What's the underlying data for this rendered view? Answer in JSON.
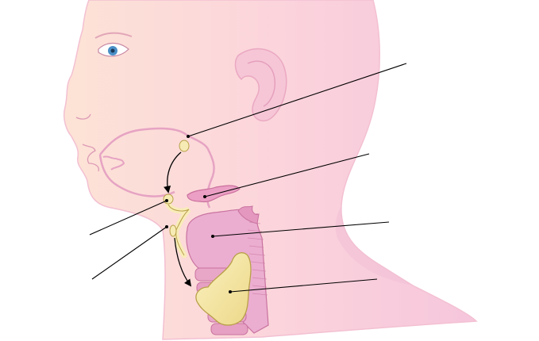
{
  "diagram": {
    "description_labels": [],
    "callouts": [
      {
        "id": "foramen-cecum-origin"
      },
      {
        "id": "lingual-thyroid-site"
      },
      {
        "id": "hyoid-bone"
      },
      {
        "id": "thyroglossal-duct"
      },
      {
        "id": "thyroid-cartilage"
      },
      {
        "id": "thyroid-gland"
      }
    ],
    "colors": {
      "skin": "#fbd7cf",
      "skin_outline": "#e9a8c8",
      "head_pink": "#f6cfe0",
      "larynx": "#e7a3c6",
      "larynx_dark": "#c56f9e",
      "thyroid": "#f4e6a4",
      "thyroid_outline": "#b9a04a",
      "duct": "#fbf3c7",
      "line": "#000000",
      "iris": "#4a8fc7"
    }
  }
}
